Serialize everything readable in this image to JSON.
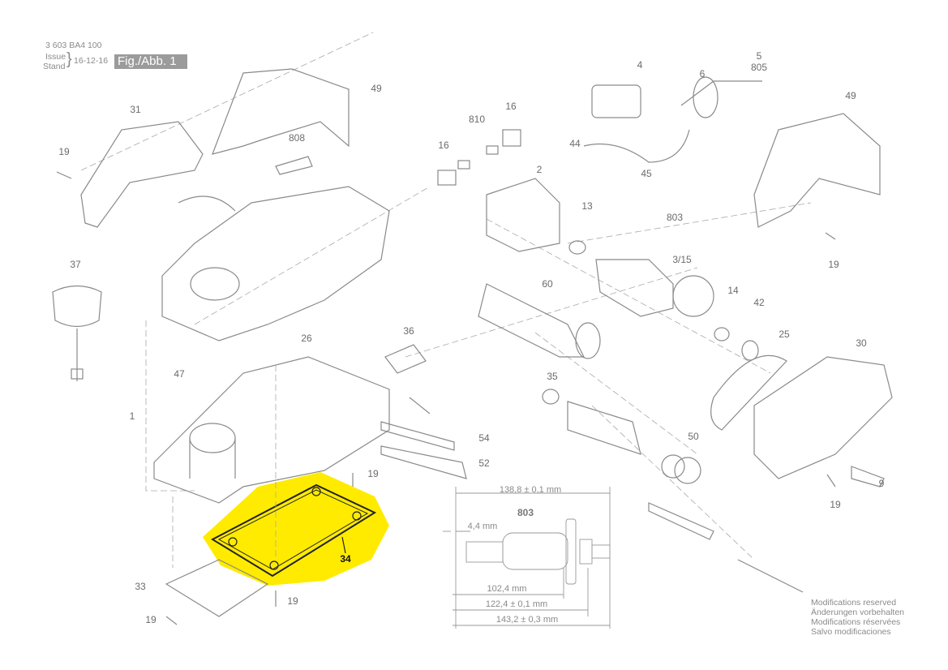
{
  "header": {
    "doc_number": "3 603 BA4 100",
    "issue_label": "Issue",
    "stand_label": "Stand",
    "date": "16-12-16",
    "figure": "Fig./Abb. 1"
  },
  "labels": [
    "49",
    "31",
    "19",
    "808",
    "810",
    "16",
    "16",
    "4",
    "5",
    "805",
    "6",
    "44",
    "45",
    "49",
    "2",
    "13",
    "803",
    "3/15",
    "14",
    "42",
    "37",
    "60",
    "19",
    "25",
    "30",
    "26",
    "36",
    "47",
    "35",
    "1",
    "54",
    "50",
    "52",
    "19",
    "9",
    "19",
    "34",
    "33",
    "19",
    "19"
  ],
  "highlight": {
    "part": "34",
    "color": "#ffeb00"
  },
  "armature": {
    "part": "803",
    "dims": [
      "138,8 ± 0,1 mm",
      "4,4 mm",
      "102,4 mm",
      "122,4 ± 0,1 mm",
      "143,2 ± 0,3 mm"
    ]
  },
  "notes": [
    "Modifications reserved",
    "Änderungen vorbehalten",
    "Modifications réservées",
    "Salvo modificaciones"
  ]
}
